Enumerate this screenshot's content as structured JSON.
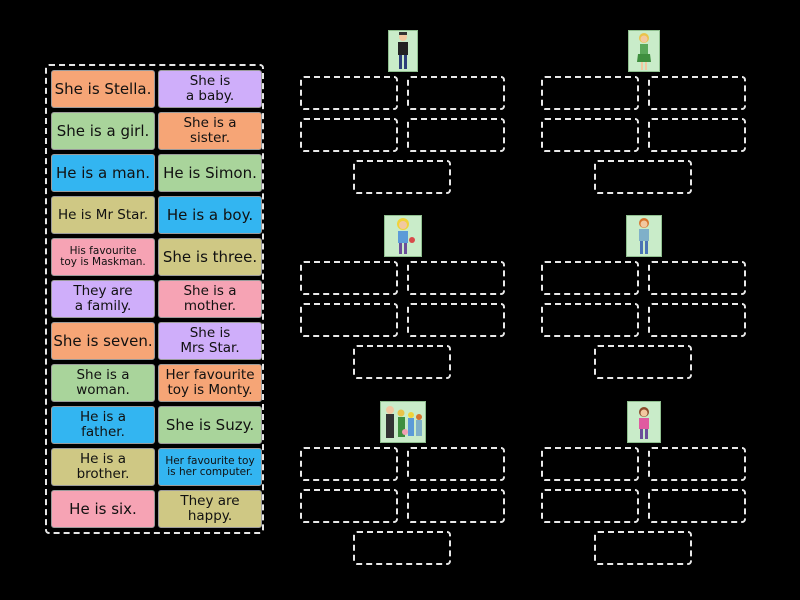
{
  "tiles": [
    [
      "She is Stella.",
      "She is\na baby."
    ],
    [
      "She is a girl.",
      "She is a\nsister."
    ],
    [
      "He is a man.",
      "He is Simon."
    ],
    [
      "He is Mr Star.",
      "He is a boy."
    ],
    [
      "His favourite\ntoy is Maskman.",
      "She is three."
    ],
    [
      "They are\na family.",
      "She is a\nmother."
    ],
    [
      "She is seven.",
      "She is\nMrs Star."
    ],
    [
      "She is a\nwoman.",
      "Her favourite\ntoy is Monty."
    ],
    [
      "He is a\nfather.",
      "She is Suzy."
    ],
    [
      "He is a\nbrother.",
      "Her favourite toy\nis her computer."
    ],
    [
      "He is six.",
      "They are\nhappy."
    ]
  ],
  "tile_colors": [
    [
      "#f6a576",
      "#cfaefa"
    ],
    [
      "#a9d49b",
      "#f6a576"
    ],
    [
      "#33b5f1",
      "#a9d49b"
    ],
    [
      "#cfc884",
      "#33b5f1"
    ],
    [
      "#f6a3b4",
      "#cfc884"
    ],
    [
      "#cfaefa",
      "#f6a3b4"
    ],
    [
      "#f6a576",
      "#cfaefa"
    ],
    [
      "#a9d49b",
      "#f6a576"
    ],
    [
      "#33b5f1",
      "#a9d49b"
    ],
    [
      "#cfc884",
      "#33b5f1"
    ],
    [
      "#f6a3b4",
      "#cfc884"
    ]
  ],
  "target_icons": [
    "man-character-icon",
    "girl-character-icon",
    "girl-yellow-hair-icon",
    "boy-character-icon",
    "family-group-icon",
    "baby-girl-icon"
  ]
}
